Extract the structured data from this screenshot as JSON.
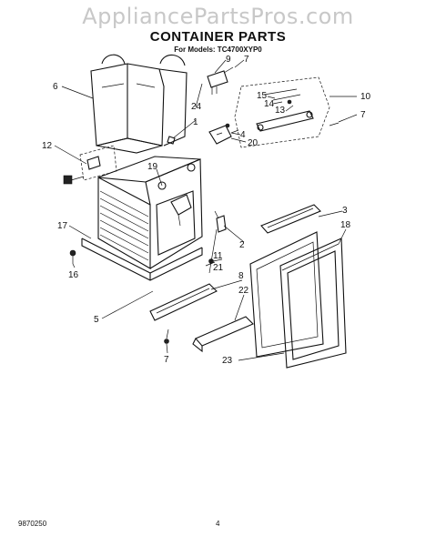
{
  "watermark": "AppliancePartsPros.com",
  "title": "CONTAINER PARTS",
  "models_line": "For Models: TC4700XYP0",
  "footer": {
    "doc_number": "9870250",
    "page_number": "4"
  },
  "callouts": {
    "c1": "1",
    "c2": "2",
    "c3": "3",
    "c4": "4",
    "c5": "5",
    "c6": "6",
    "c7a": "7",
    "c7b": "7",
    "c7c": "7",
    "c8": "8",
    "c9": "9",
    "c10": "10",
    "c11": "11",
    "c12": "12",
    "c13": "13",
    "c14": "14",
    "c15": "15",
    "c16": "16",
    "c17": "17",
    "c18": "18",
    "c19": "19",
    "c20": "20",
    "c21": "21",
    "c22": "22",
    "c23": "23",
    "c24": "24"
  }
}
